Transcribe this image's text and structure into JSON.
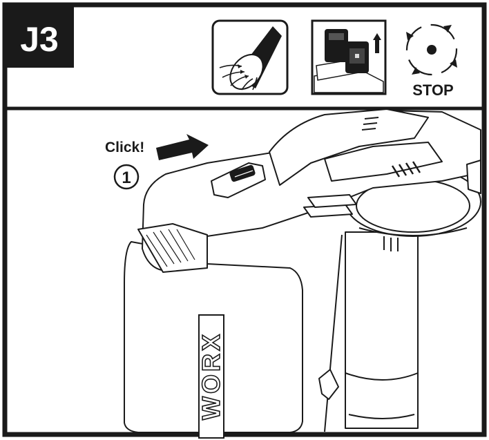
{
  "step": {
    "label": "J3"
  },
  "header_icons": [
    {
      "name": "air-intake-tube-icon"
    },
    {
      "name": "battery-removal-icon"
    },
    {
      "name": "stop-rotation-icon",
      "label": "STOP"
    }
  ],
  "instruction": {
    "callout_text": "Click!",
    "step_number": "1"
  },
  "product": {
    "brand_text": "WORX"
  },
  "colors": {
    "ink": "#1a1a1a",
    "paper": "#ffffff"
  }
}
